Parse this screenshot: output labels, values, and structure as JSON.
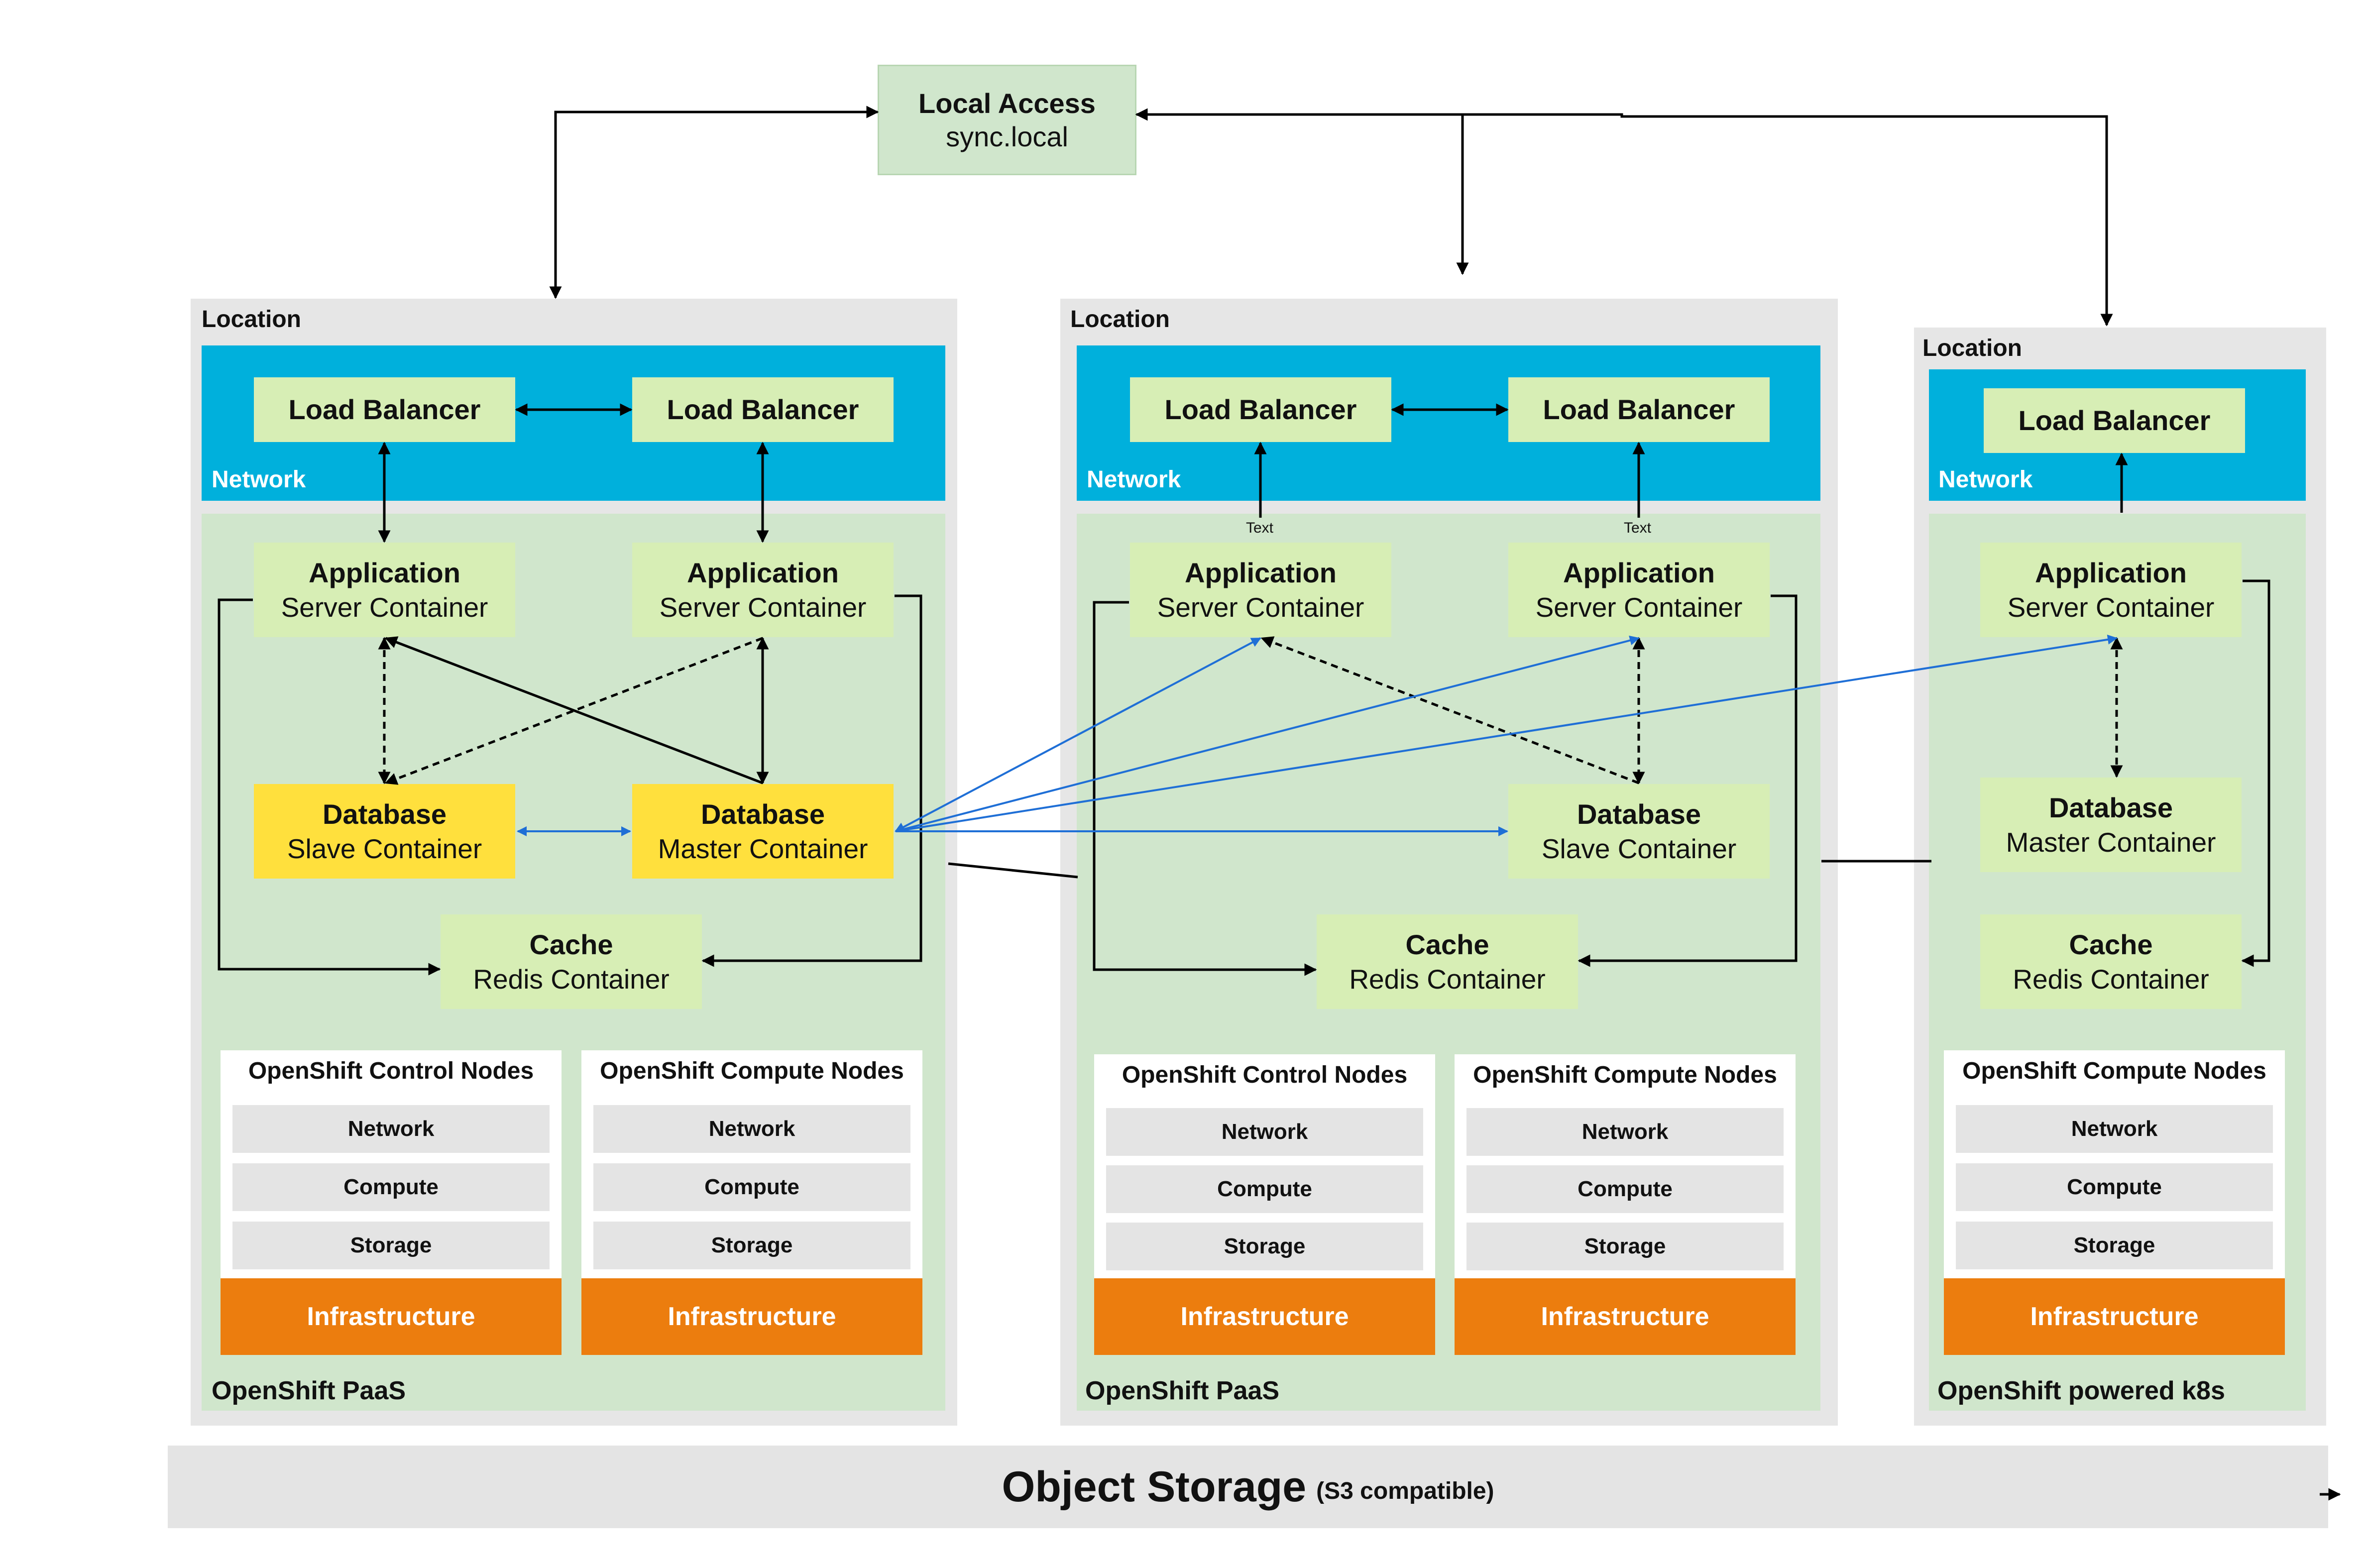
{
  "local_access": {
    "title": "Local Access",
    "subtitle": "sync.local"
  },
  "object_storage": {
    "title": "Object Storage",
    "subtitle": "(S3 compatible)"
  },
  "text_labels": [
    "Text",
    "Text"
  ],
  "colors": {
    "location": "#e6e6e6",
    "network": "#00b0dc",
    "paas": "#d0e6cc",
    "container": "#d7eeb5",
    "database_master": "#ffe03d",
    "infrastructure": "#ec7d0e",
    "blue_link": "#1f6fd6"
  },
  "locations": [
    {
      "label": "Location",
      "network_label": "Network",
      "paas_label": "OpenShift PaaS",
      "load_balancers": [
        "Load Balancer",
        "Load Balancer"
      ],
      "app_containers": [
        {
          "title": "Application",
          "subtitle": "Server Container"
        },
        {
          "title": "Application",
          "subtitle": "Server Container"
        }
      ],
      "databases": [
        {
          "title": "Database",
          "subtitle": "Slave Container"
        },
        {
          "title": "Database",
          "subtitle": "Master Container"
        }
      ],
      "cache": {
        "title": "Cache",
        "subtitle": "Redis Container"
      },
      "node_groups": [
        {
          "title": "OpenShift Control Nodes",
          "items": [
            "Network",
            "Compute",
            "Storage"
          ],
          "infra": "Infrastructure"
        },
        {
          "title": "OpenShift Compute Nodes",
          "items": [
            "Network",
            "Compute",
            "Storage"
          ],
          "infra": "Infrastructure"
        }
      ]
    },
    {
      "label": "Location",
      "network_label": "Network",
      "paas_label": "OpenShift PaaS",
      "load_balancers": [
        "Load Balancer",
        "Load Balancer"
      ],
      "app_containers": [
        {
          "title": "Application",
          "subtitle": "Server Container"
        },
        {
          "title": "Application",
          "subtitle": "Server Container"
        }
      ],
      "databases": [
        {
          "title": "Database",
          "subtitle": "Slave Container"
        }
      ],
      "cache": {
        "title": "Cache",
        "subtitle": "Redis Container"
      },
      "node_groups": [
        {
          "title": "OpenShift Control Nodes",
          "items": [
            "Network",
            "Compute",
            "Storage"
          ],
          "infra": "Infrastructure"
        },
        {
          "title": "OpenShift Compute Nodes",
          "items": [
            "Network",
            "Compute",
            "Storage"
          ],
          "infra": "Infrastructure"
        }
      ]
    },
    {
      "label": "Location",
      "network_label": "Network",
      "paas_label": "OpenShift powered k8s",
      "load_balancers": [
        "Load Balancer"
      ],
      "app_containers": [
        {
          "title": "Application",
          "subtitle": "Server Container"
        }
      ],
      "databases": [
        {
          "title": "Database",
          "subtitle": "Master Container"
        }
      ],
      "cache": {
        "title": "Cache",
        "subtitle": "Redis Container"
      },
      "node_groups": [
        {
          "title": "OpenShift Compute Nodes",
          "items": [
            "Network",
            "Compute",
            "Storage"
          ],
          "infra": "Infrastructure"
        }
      ]
    }
  ]
}
